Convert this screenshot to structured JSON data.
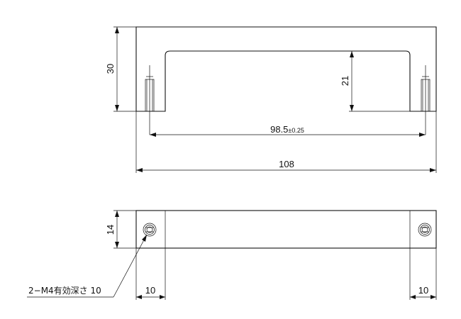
{
  "front_view": {
    "height_label": "30",
    "inner_height_label": "21",
    "hole_pitch_label": "98.5",
    "hole_pitch_tolerance": "±0.25",
    "overall_length_label": "108"
  },
  "top_view": {
    "width_label": "14",
    "left_end_label": "10",
    "right_end_label": "10",
    "thread_note": "2−M4有効深さ 10"
  }
}
